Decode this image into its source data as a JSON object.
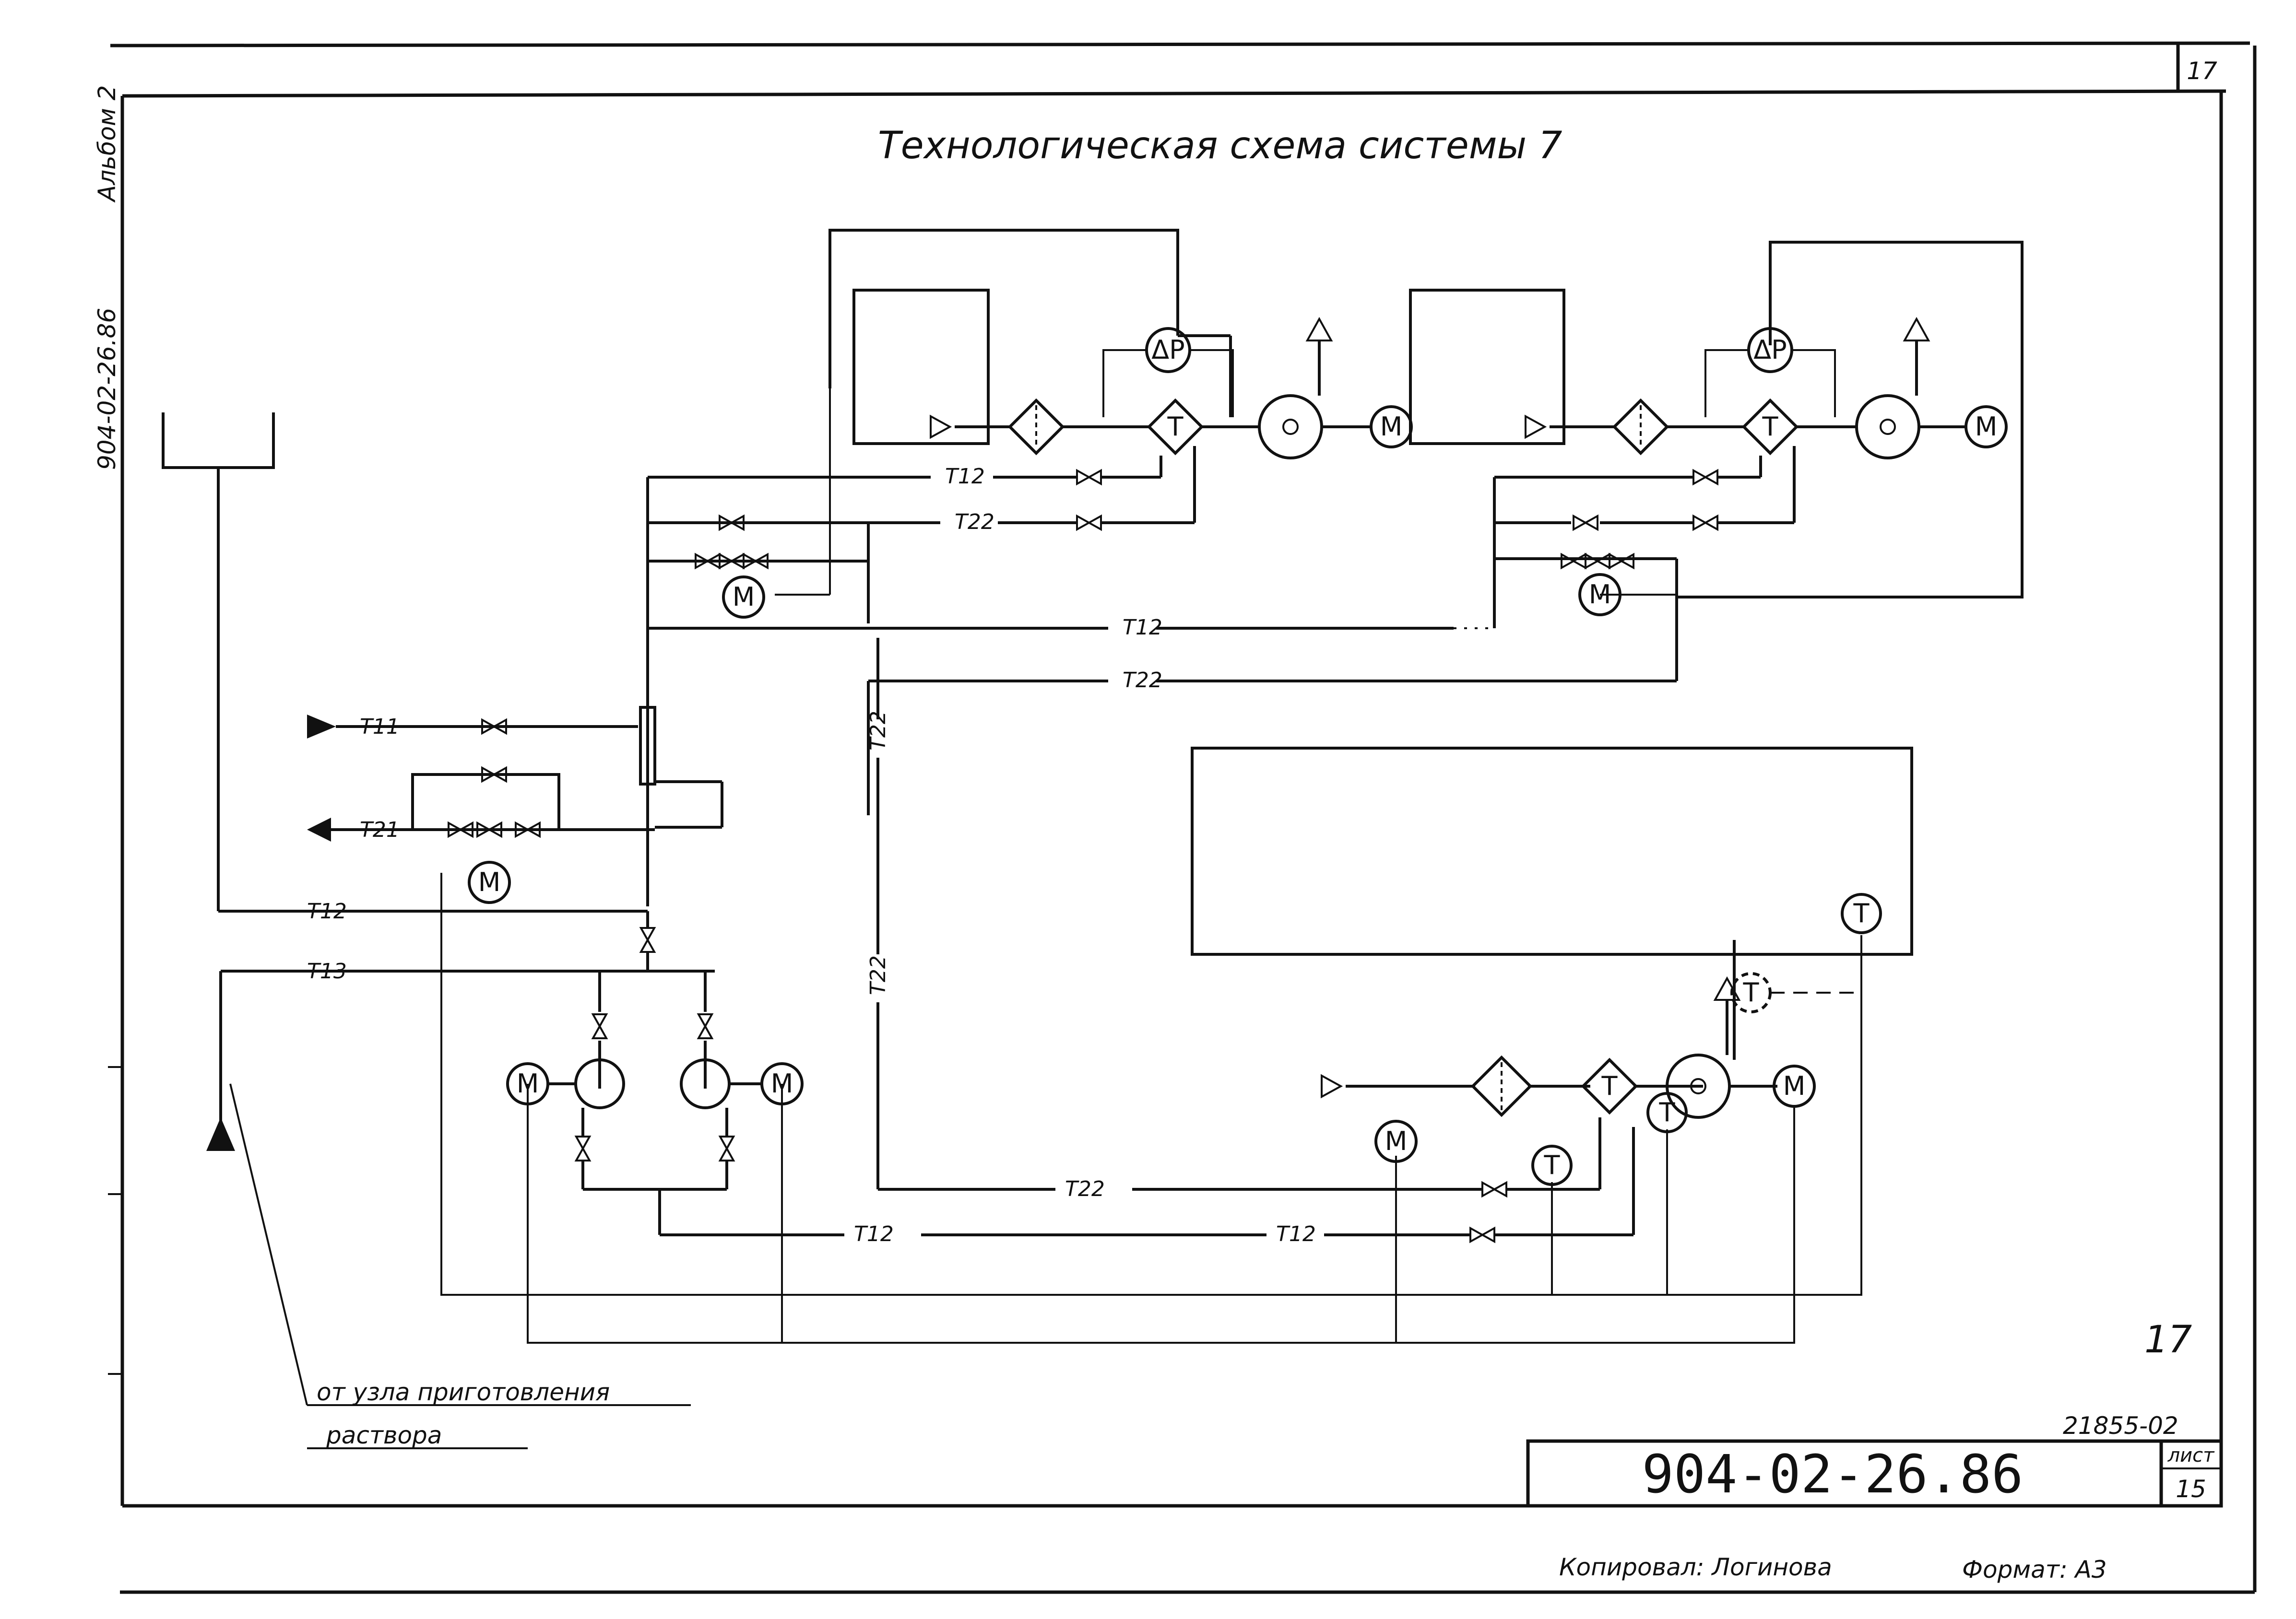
{
  "title": "Технологическая схема системы 7",
  "sheet_number_top": "17",
  "sheet_number_hand": "17",
  "album": "Альбом 2",
  "side_designation": "904-02-26.86",
  "designation": "904-02-26.86",
  "inventory_number": "21855-02",
  "sheet_label": "лист",
  "sheet_value": "15",
  "copied_by": "Копировал: Логинова",
  "format": "Формат: А3",
  "source_note_line1": "от узла приготовления",
  "source_note_line2": "раствора",
  "pipes": {
    "t11": "Т11",
    "t21": "Т21",
    "t12": "Т12",
    "t13": "Т13",
    "t22": "Т22"
  },
  "symbols": {
    "motor": "М",
    "dp": "ΔР",
    "temp": "Т"
  },
  "icons": [
    "valve-icon",
    "motor-icon",
    "fan-icon",
    "filter-icon",
    "heat-exchanger-icon",
    "pump-icon",
    "temperature-sensor-icon",
    "pressure-differential-icon"
  ]
}
